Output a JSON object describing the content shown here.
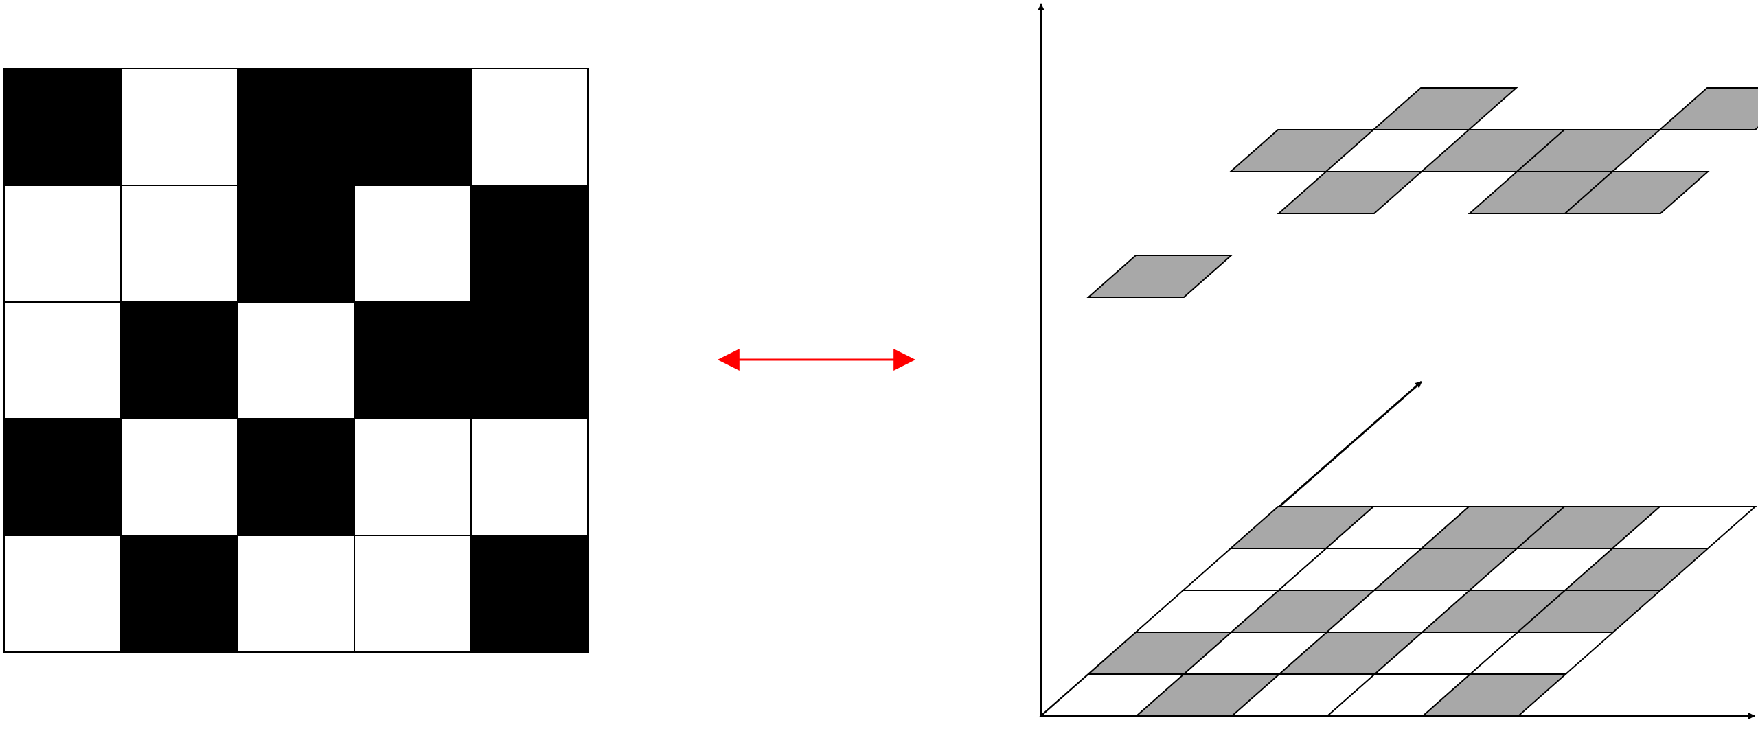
{
  "grid": {
    "rows": 5,
    "cols": 5,
    "cells": [
      [
        1,
        0,
        1,
        1,
        0
      ],
      [
        0,
        0,
        1,
        0,
        1
      ],
      [
        0,
        1,
        0,
        1,
        1
      ],
      [
        1,
        0,
        1,
        0,
        0
      ],
      [
        0,
        1,
        0,
        0,
        1
      ]
    ]
  },
  "colors": {
    "filled_cell": "#000000",
    "empty_cell": "#ffffff",
    "shaded_tile": "#a8a8a8",
    "line": "#000000",
    "arrow": "#ff0000"
  },
  "lower_plane_tiles": [
    [
      1,
      0,
      1,
      1,
      0
    ],
    [
      0,
      0,
      1,
      0,
      1
    ],
    [
      0,
      1,
      0,
      1,
      1
    ],
    [
      1,
      0,
      1,
      0,
      0
    ],
    [
      0,
      1,
      0,
      0,
      1
    ]
  ],
  "upper_plane_tiles": [
    [
      0,
      1,
      0,
      0,
      1
    ],
    [
      1,
      0,
      1,
      1,
      0
    ],
    [
      0,
      1,
      0,
      1,
      1
    ],
    [
      0,
      0,
      0,
      0,
      0
    ],
    [
      1,
      0,
      0,
      0,
      0
    ]
  ]
}
